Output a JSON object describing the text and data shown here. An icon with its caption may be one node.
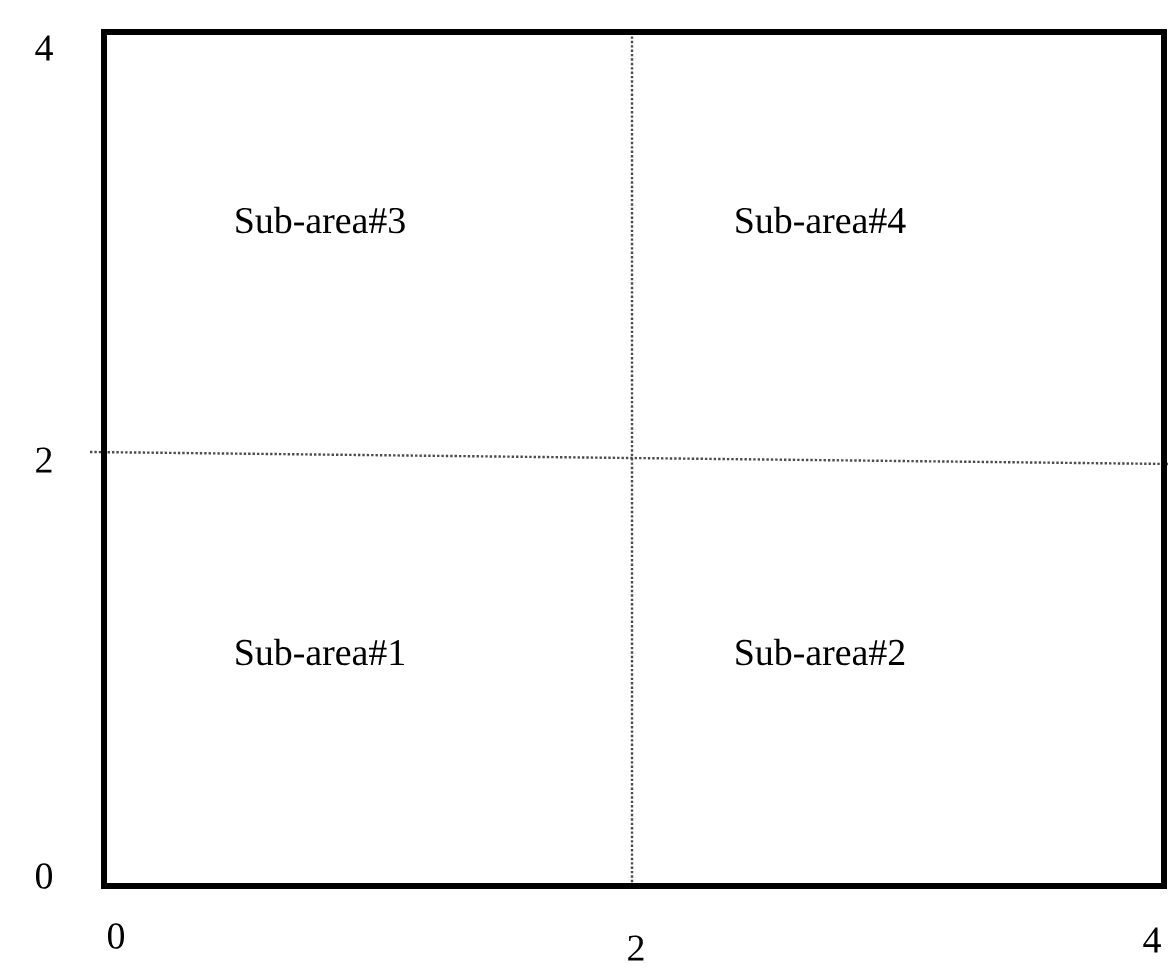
{
  "diagram": {
    "nodes": [
      {
        "text": [
          "Sub-area#3"
        ]
      },
      {
        "text": [
          "Sub-area#4"
        ]
      },
      {
        "text": [
          "Sub-area#1"
        ]
      },
      {
        "text": [
          "Sub-area#2"
        ]
      }
    ],
    "labels": [
      "4",
      "2",
      "0",
      "0",
      "2",
      "4"
    ]
  }
}
